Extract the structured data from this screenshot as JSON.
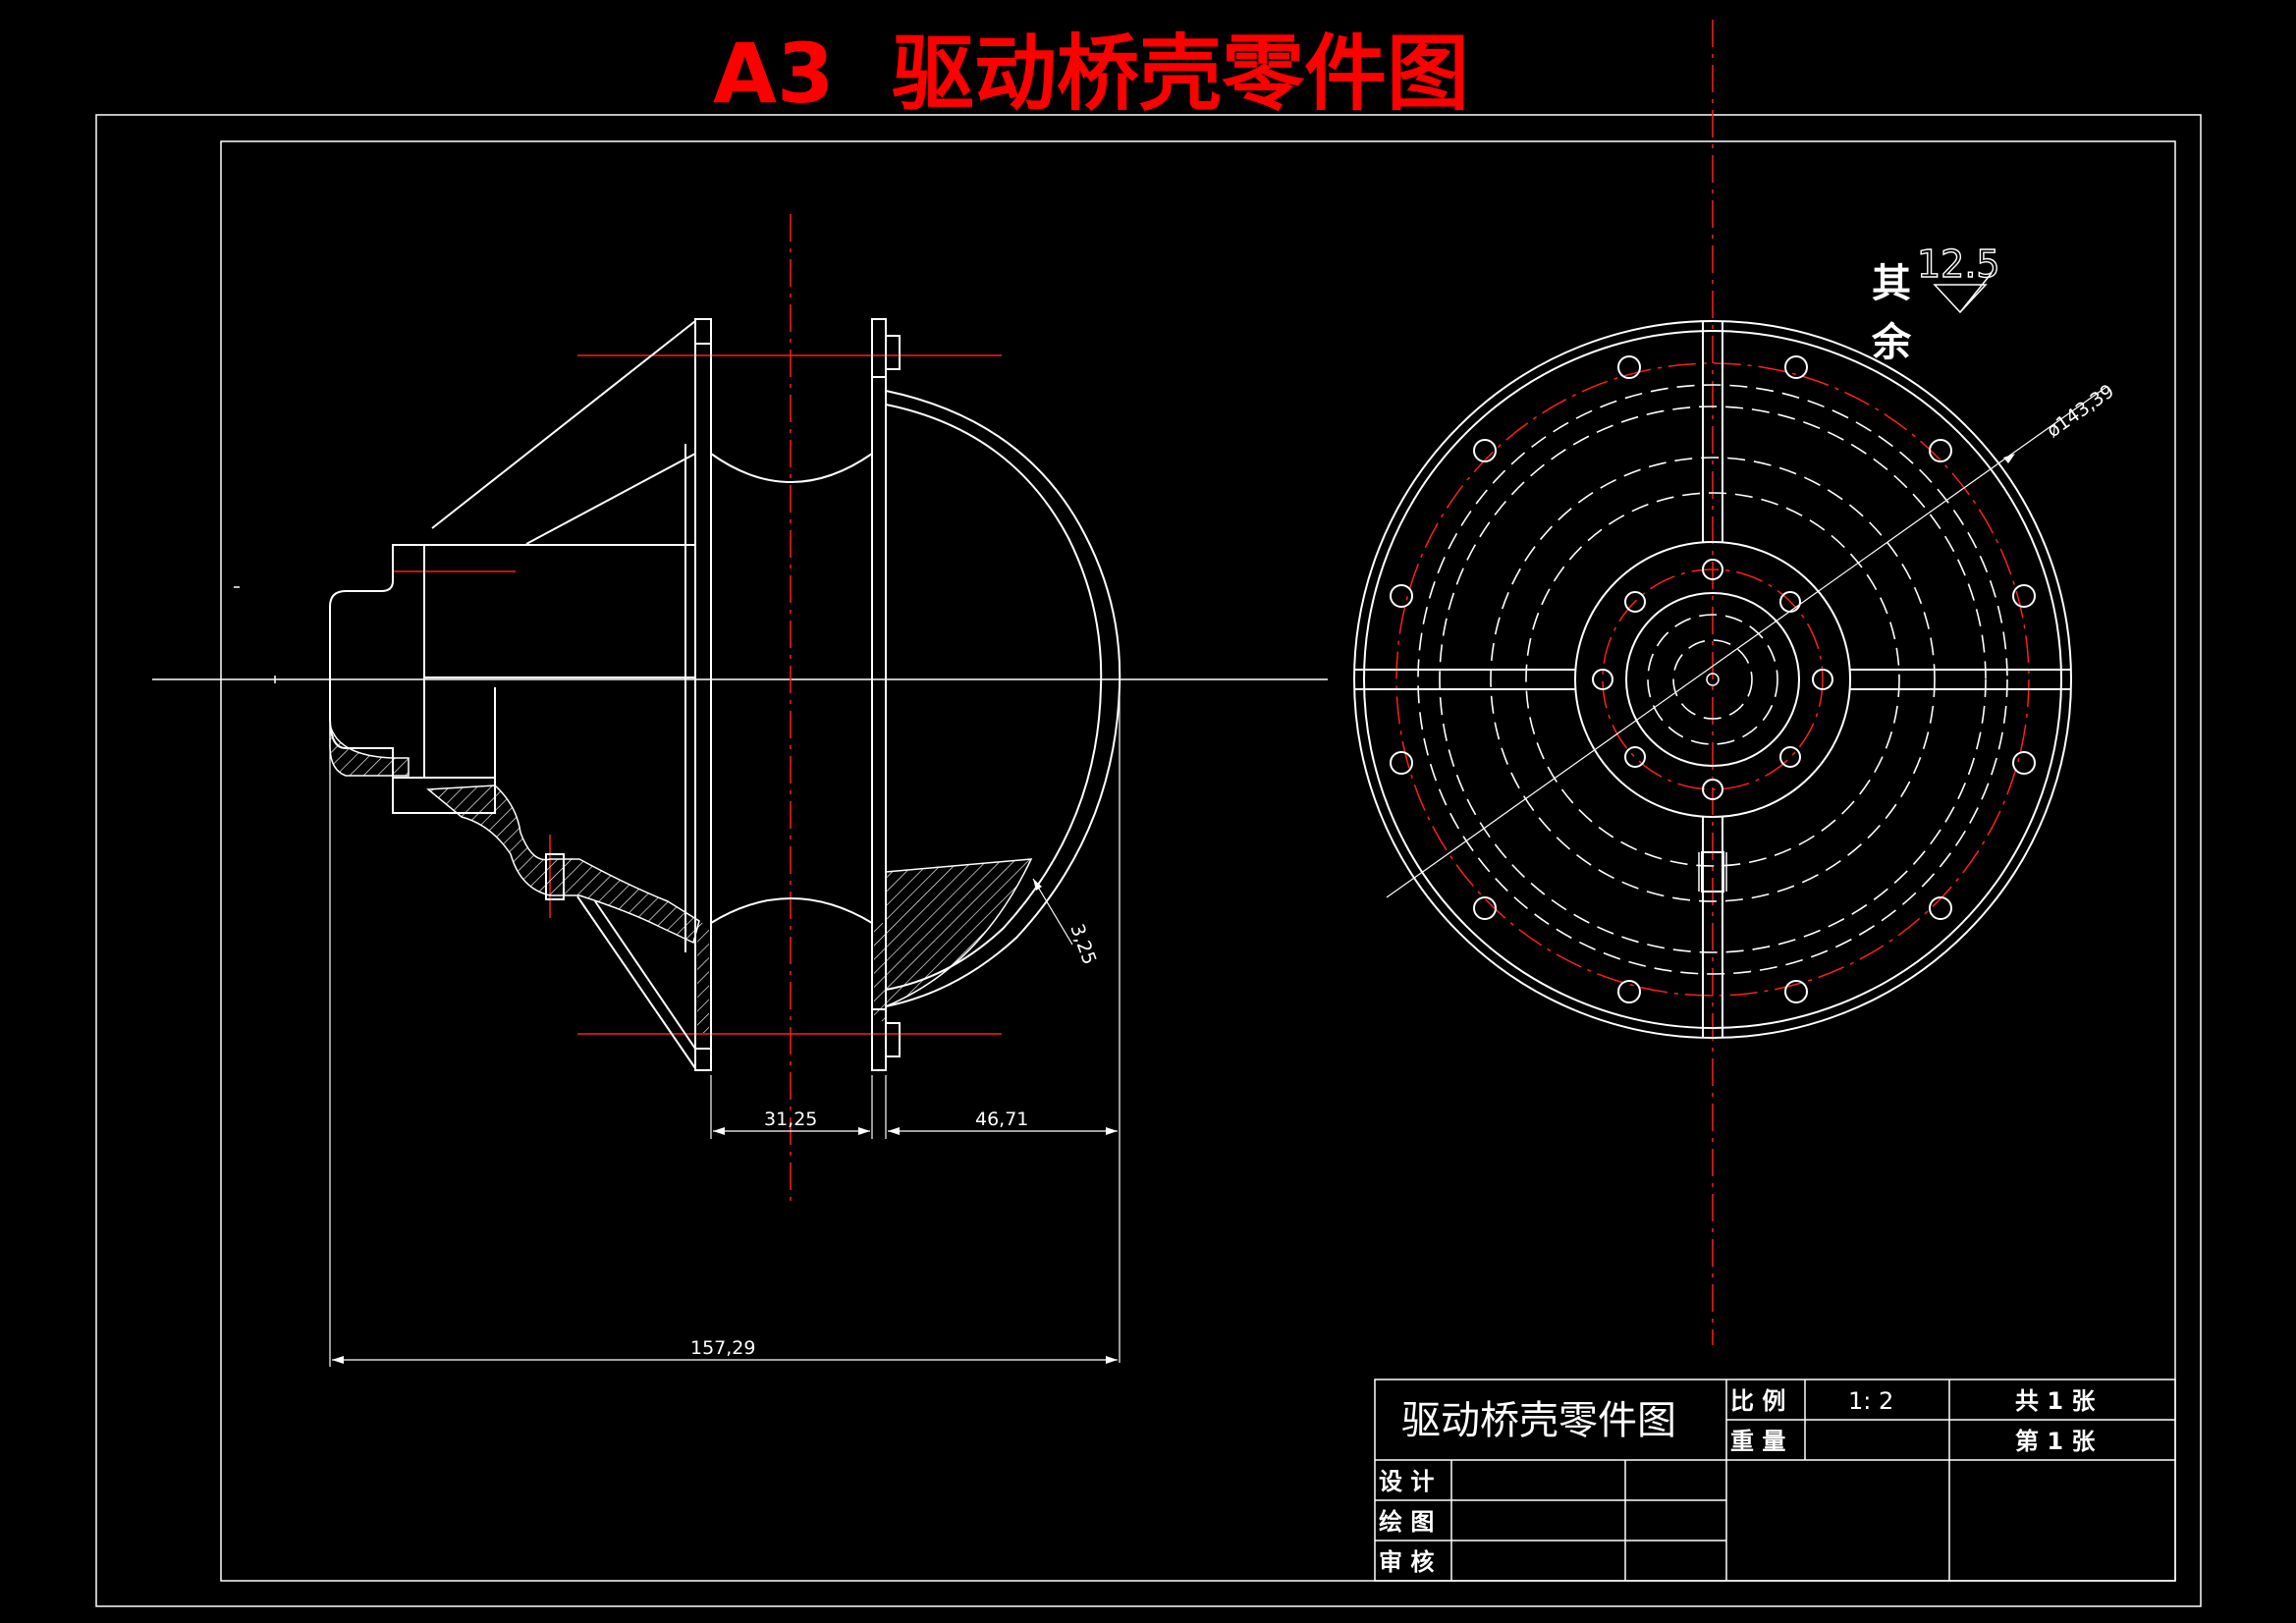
{
  "title": "A3  驱动桥壳零件图",
  "roughness": {
    "label_line1": "其",
    "label_line2": "余",
    "value": "12.5"
  },
  "dimensions": {
    "width_flange": "31,25",
    "bowl_depth": "46,71",
    "total_length": "157,29",
    "wall_thickness": "3,25",
    "diameter": "ø143,39"
  },
  "title_block": {
    "part_name": "驱动桥壳零件图",
    "scale_label": "比 例",
    "scale_value": "1: 2",
    "weight_label": "重 量",
    "weight_value": "",
    "sheets_total": "共 1 张",
    "sheet_number": "第 1 张",
    "design_label": "设 计",
    "draw_label": "绘 图",
    "review_label": "审 核"
  },
  "colors": {
    "background": "#000000",
    "lines": "#ffffff",
    "center_lines": "#ff1e1e",
    "title": "#ff0000"
  }
}
